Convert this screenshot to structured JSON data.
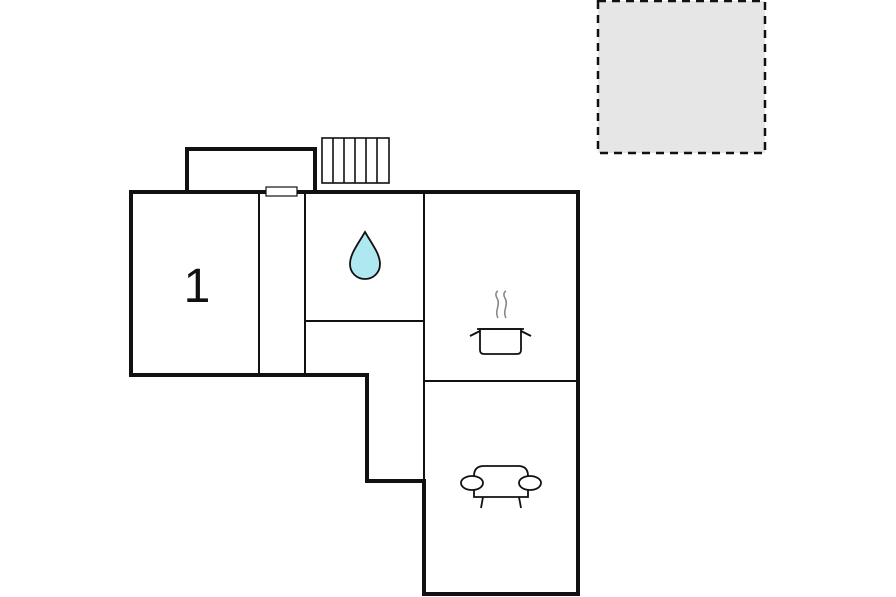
{
  "floor_plan": {
    "rooms": [
      {
        "id": "bedroom",
        "label": "1"
      },
      {
        "id": "hallway",
        "label": ""
      },
      {
        "id": "bathroom",
        "label": "",
        "icon": "water-drop-icon"
      },
      {
        "id": "kitchen",
        "label": "",
        "icon": "cooking-pot-icon"
      },
      {
        "id": "living-room",
        "label": "",
        "icon": "sofa-icon"
      }
    ],
    "features": [
      "stairs",
      "entry-step",
      "terrace-dashed-area"
    ]
  },
  "colors": {
    "wall": "#111111",
    "terrace_fill": "#e6e6e6",
    "water_drop": "#aee9f2",
    "steam": "#888888",
    "background": "#ffffff"
  }
}
